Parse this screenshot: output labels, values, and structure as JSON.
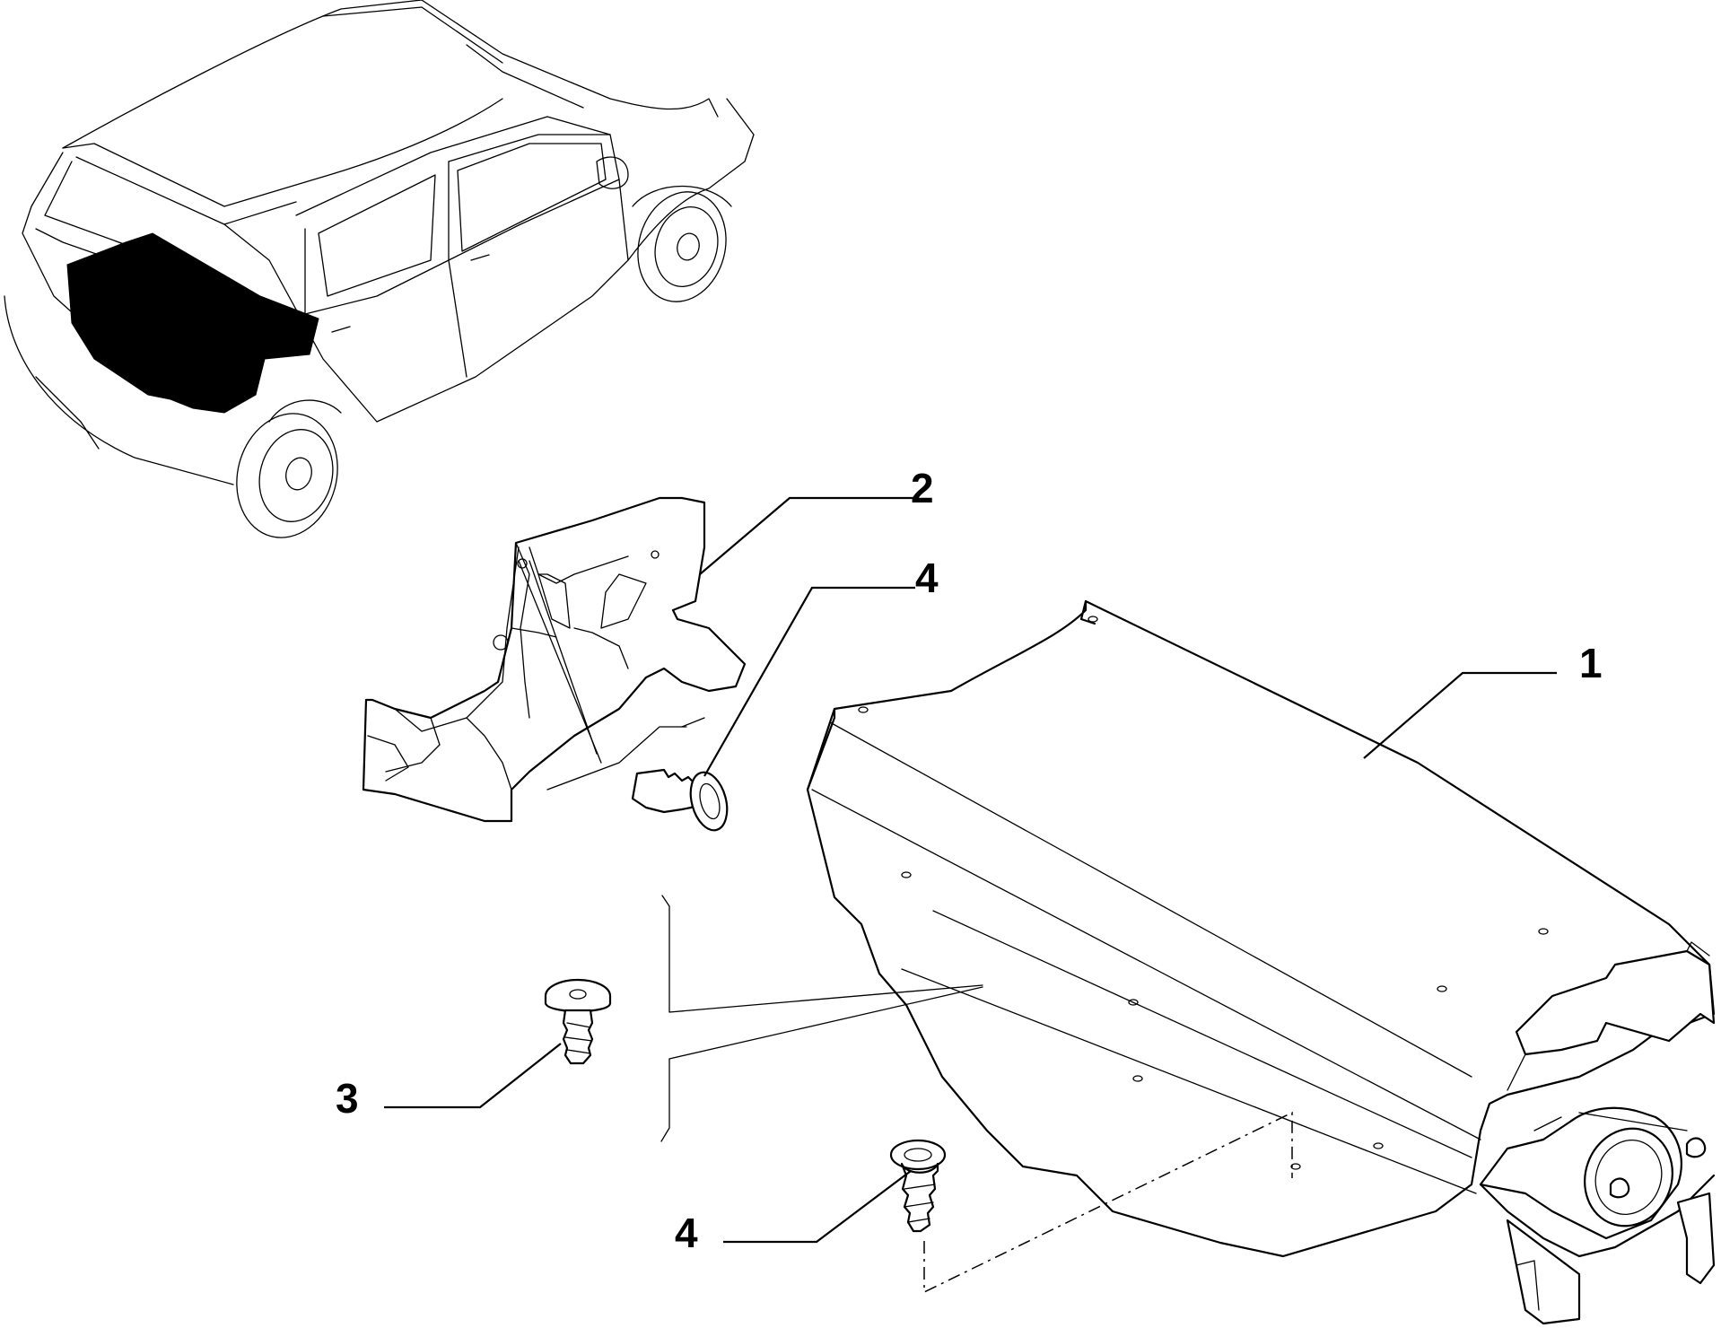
{
  "callouts": [
    {
      "id": "1",
      "label": "1"
    },
    {
      "id": "2",
      "label": "2"
    },
    {
      "id": "3",
      "label": "3"
    },
    {
      "id": "4a",
      "label": "4"
    },
    {
      "id": "4b",
      "label": "4"
    }
  ],
  "icons": [
    "car-overview-icon",
    "trunk-lining-icon",
    "side-panel-icon",
    "screw-icon",
    "push-clip-icon",
    "spare-wheel-icon"
  ]
}
